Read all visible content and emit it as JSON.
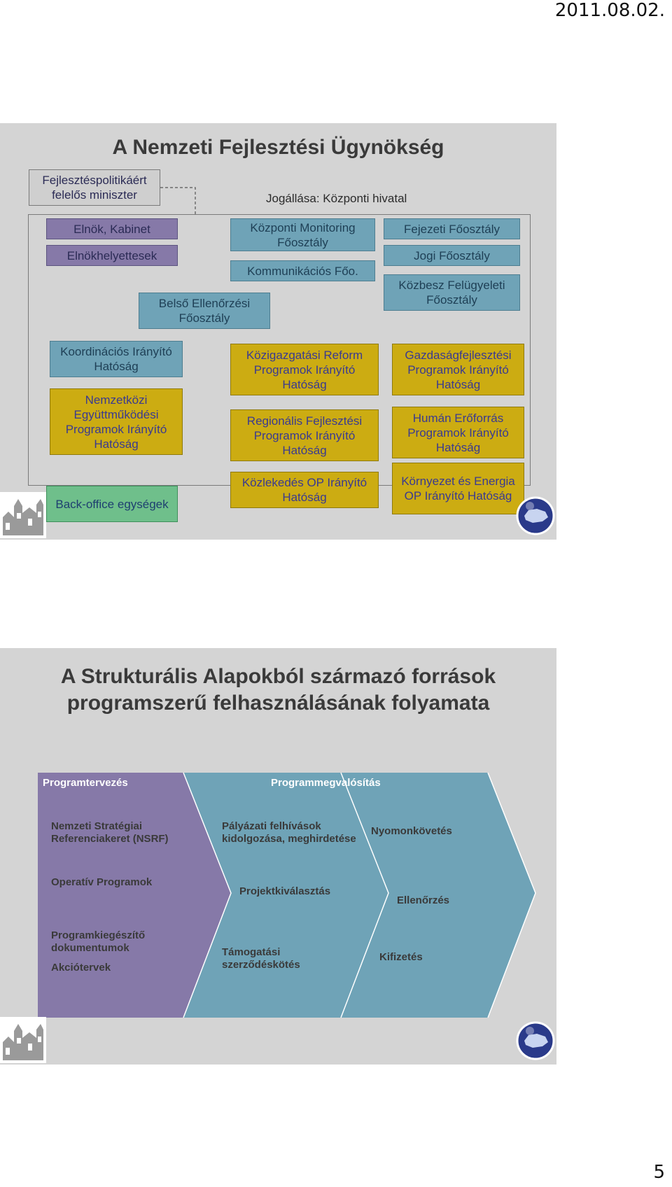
{
  "page": {
    "date": "2011.08.02.",
    "number": "5"
  },
  "slide1": {
    "title": "A Nemzeti Fejlesztési Ügynökség",
    "minister": "Fejlesztéspolitikáért felelős miniszter",
    "status": "Jogállása: Központi hivatal",
    "boxes": {
      "elnok": "Elnök, Kabinet",
      "elnokhelyettesek": "Elnökhelyettesek",
      "monitoring": "Központi Monitoring Főosztály",
      "kommunikacios": "Kommunikációs Főo.",
      "fejezeti": "Fejezeti Főosztály",
      "jogi": "Jogi Főosztály",
      "kozbesz": "Közbesz Felügyeleti Főosztály",
      "belso": "Belső Ellenőrzési Főosztály",
      "koordinacios": "Koordinációs Irányító Hatóság",
      "nemzetkozi": "Nemzetközi Együttműködési Programok Irányító Hatóság",
      "backoffice": "Back-office egységek",
      "kozigazgatasi": "Közigazgatási Reform Programok Irányító Hatóság",
      "regionalis": "Regionális Fejlesztési Programok Irányító Hatóság",
      "kozlekedes": "Közlekedés OP Irányító Hatóság",
      "gazdasag": "Gazdaságfejlesztési Programok Irányító Hatóság",
      "human": "Humán Erőforrás Programok Irányító Hatóság",
      "kornyezet": "Környezet és Energia OP Irányító Hatóság"
    }
  },
  "slide2": {
    "title_line1": "A Strukturális Alapokból származó források",
    "title_line2": "programszerű felhasználásának folyamata",
    "phase1": "Programtervezés",
    "phase2": "Programmegvalósítás",
    "col1": {
      "item1": "Nemzeti Stratégiai Referenciakeret (NSRF)",
      "item2": "Operatív Programok",
      "item3": "Programkiegészítő dokumentumok",
      "item4": "Akciótervek"
    },
    "col2": {
      "item1": "Pályázati felhívások kidolgozása, meghirdetése",
      "item2": "Projektkiválasztás",
      "item3": "Támogatási szerződéskötés"
    },
    "col3": {
      "item1": "Nyomonkövetés",
      "item2": "Ellenőrzés",
      "item3": "Kifizetés"
    }
  },
  "colors": {
    "purple": "#8679a8",
    "teal": "#6fa3b7",
    "gold": "#ccac12",
    "green": "#6fbf8b",
    "slide_bg": "#d4d4d4"
  }
}
